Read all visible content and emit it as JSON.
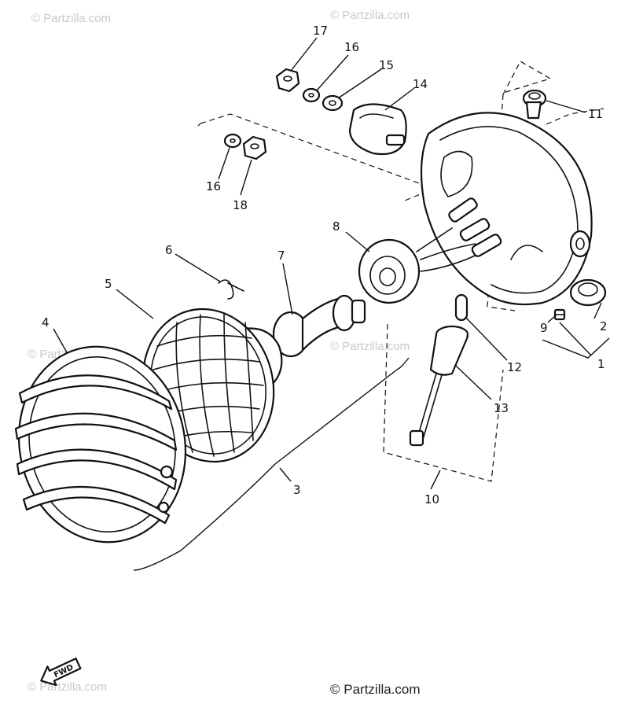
{
  "diagram": {
    "callouts": [
      "1",
      "2",
      "3",
      "4",
      "5",
      "6",
      "7",
      "8",
      "9",
      "10",
      "11",
      "12",
      "13",
      "14",
      "15",
      "16",
      "16",
      "17",
      "18"
    ],
    "watermark": "© Partzilla.com",
    "copyright": "© Partzilla.com",
    "fwd_label": "FWD"
  }
}
